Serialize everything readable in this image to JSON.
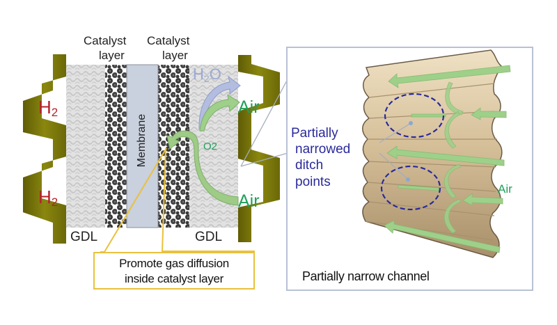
{
  "diagram": {
    "left_cell": {
      "catalyst_labels": [
        {
          "line1": "Catalyst",
          "line2": "layer"
        },
        {
          "line1": "Catalyst",
          "line2": "layer"
        }
      ],
      "membrane_label": "Membrane",
      "anode_gas": [
        {
          "base": "H",
          "sub": "2"
        },
        {
          "base": "H",
          "sub": "2"
        }
      ],
      "cathode_gas": [
        "Air",
        "Air"
      ],
      "gdl_labels": [
        "GDL",
        "GDL"
      ],
      "water": {
        "base": "H",
        "sub": "2",
        "tail": "O"
      },
      "oxygen": "O2",
      "callout": {
        "line1": "Promote gas diffusion",
        "line2": "inside catalyst layer"
      }
    },
    "right_panel": {
      "annotation": [
        "Partially",
        "narrowed",
        "ditch",
        "points"
      ],
      "air_label": "Air",
      "caption": "Partially narrow channel"
    },
    "colors": {
      "separator": "#7d7a0c",
      "gdl": "#dcdcdc",
      "membrane": "#c9d0de",
      "catalyst": "#3a3a3a",
      "hydrogen_text": "#b3222a",
      "air_text": "#1fa05a",
      "air_arrow": "#9ed08a",
      "water_arrow": "#b3bde0",
      "callout_border": "#e9c13c",
      "channel": "#d8c5a2",
      "ditch_text": "#2a2a9c",
      "panel_border": "#b8c0d6"
    }
  }
}
